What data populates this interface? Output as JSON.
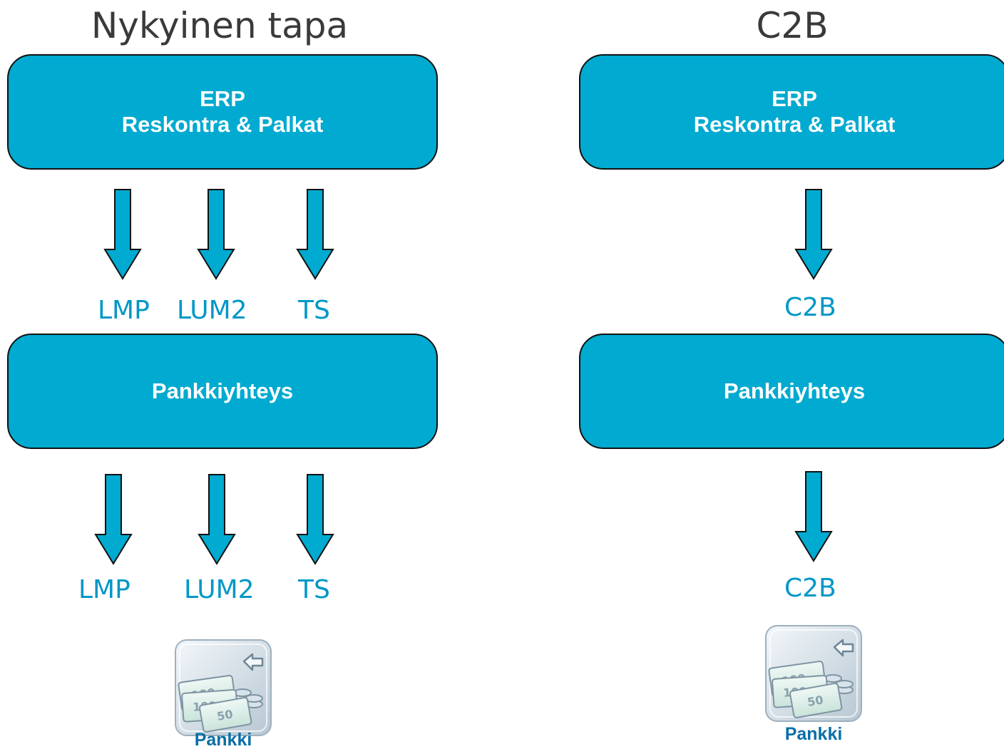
{
  "current": {
    "title": "Nykyinen tapa",
    "erp_line1": "ERP",
    "erp_line2": "Reskontra & Palkat",
    "connection_label": "Pankkiyhteys",
    "formats_upper": [
      "LMP",
      "LUM2",
      "TS"
    ],
    "formats_lower": [
      "LMP",
      "LUM2",
      "TS"
    ],
    "bank_label": "Pankki"
  },
  "c2b": {
    "title": "C2B",
    "erp_line1": "ERP",
    "erp_line2": "Reskontra & Palkat",
    "connection_label": "Pankkiyhteys",
    "format_upper": "C2B",
    "format_lower": "C2B",
    "bank_label": "Pankki"
  },
  "icons": {
    "arrow": "down-arrow-icon",
    "bank": "money-bank-icon"
  },
  "colors": {
    "box_fill": "#00aad0",
    "box_border": "#111111",
    "format_text": "#0097c7",
    "bank_label": "#0a6fa8",
    "title_text": "#3a3a3a"
  },
  "bank_icon_notes": [
    "100",
    "100",
    "50"
  ]
}
